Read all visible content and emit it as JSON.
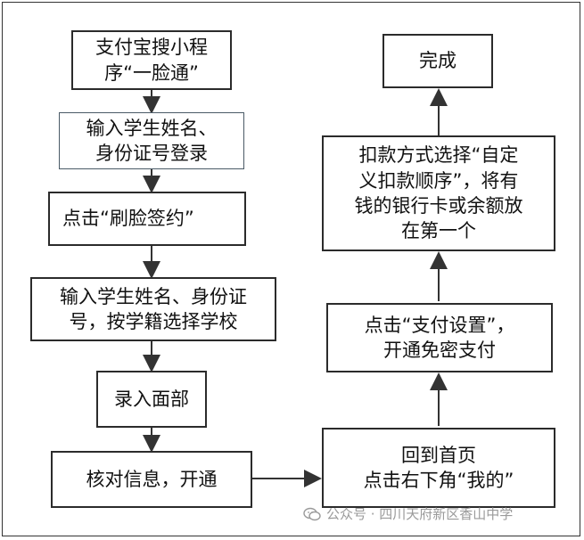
{
  "steps_left": [
    {
      "id": "s1",
      "text": "支付宝搜小程\n序“一脸通”"
    },
    {
      "id": "s2",
      "text": "输入学生姓名、\n身份证号登录"
    },
    {
      "id": "s3",
      "text": "点击“刷脸签约”"
    },
    {
      "id": "s4",
      "text": "输入学生姓名、身份证\n号，按学籍选择学校"
    },
    {
      "id": "s5",
      "text": "录入面部"
    },
    {
      "id": "s6",
      "text": "核对信息，开通"
    }
  ],
  "steps_right": [
    {
      "id": "r1",
      "text": "回到首页\n点击右下角“我的”"
    },
    {
      "id": "r2",
      "text": "点击“支付设置”，\n开通免密支付"
    },
    {
      "id": "r3",
      "text": "扣款方式选择“自定\n义扣款顺序”，将有\n钱的银行卡或余额放\n在第一个"
    },
    {
      "id": "r4",
      "text": "完成"
    }
  ],
  "watermark": {
    "text": "公众号 · 四川天府新区香山中学",
    "icon": "wechat-icon"
  }
}
